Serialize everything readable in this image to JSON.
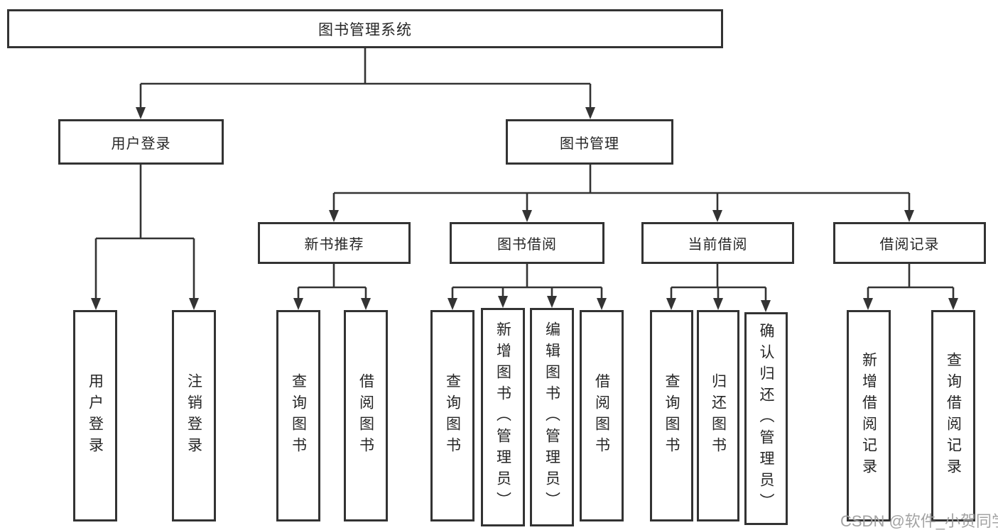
{
  "diagram": {
    "title": "图书管理系统",
    "type": "hierarchy-tree",
    "colors": {
      "line": "#333333",
      "box_border": "#333333",
      "box_fill": "#ffffff",
      "text": "#262626",
      "watermark": "#9e9e9e",
      "background": "#ffffff"
    }
  },
  "tree": {
    "label": "图书管理系统",
    "children": [
      {
        "label": "用户登录",
        "children": [
          {
            "label": "用户登录"
          },
          {
            "label": "注销登录"
          }
        ]
      },
      {
        "label": "图书管理",
        "children": [
          {
            "label": "新书推荐",
            "children": [
              {
                "label": "查询图书"
              },
              {
                "label": "借阅图书"
              }
            ]
          },
          {
            "label": "图书借阅",
            "children": [
              {
                "label": "查询图书"
              },
              {
                "label": "新增图书（管理员）"
              },
              {
                "label": "编辑图书（管理员）"
              },
              {
                "label": "借阅图书"
              }
            ]
          },
          {
            "label": "当前借阅",
            "children": [
              {
                "label": "查询图书"
              },
              {
                "label": "归还图书"
              },
              {
                "label": "确认归还（管理员）"
              }
            ]
          },
          {
            "label": "借阅记录",
            "children": [
              {
                "label": "新增借阅记录"
              },
              {
                "label": "查询借阅记录"
              }
            ]
          }
        ]
      }
    ]
  },
  "watermark": {
    "text": "CSDN @软件_小贺同学"
  }
}
